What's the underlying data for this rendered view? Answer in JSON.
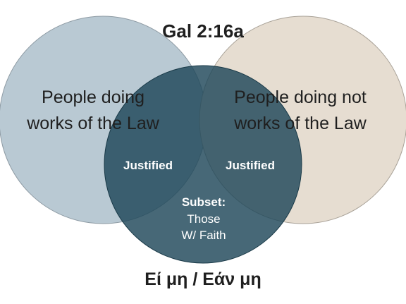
{
  "title": "Gal 2:16a",
  "footer": "Εί μη / Εάν μη",
  "circles": {
    "left": {
      "line1": "People doing",
      "line2": "works of the Law"
    },
    "right": {
      "line1": "People doing not",
      "line2": "works of the Law"
    },
    "bottom": {
      "heading": "Subset:",
      "line1": "Those",
      "line2": "W/ Faith"
    }
  },
  "overlaps": {
    "left_label": "Justified",
    "right_label": "Justified"
  },
  "colors": {
    "left_circle": "#b9c9d3",
    "right_circle": "#e6ddd1",
    "bottom_circle": "#1e4759",
    "text_dark": "#1f1f1f",
    "text_light": "#ffffff"
  }
}
